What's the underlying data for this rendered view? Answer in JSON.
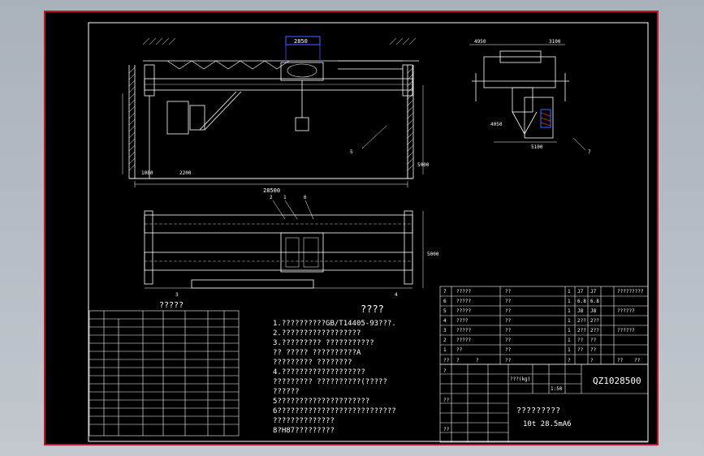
{
  "notes": {
    "heading": "????",
    "lines": [
      "1.??????????GB/T14405-93???.",
      "2.??????????????????",
      "3.????????? ???????????",
      "  ?? ????? ??????????A",
      "  ????????? ????????",
      "4.???????????????????",
      "  ????????? ??????????(?????",
      "  ??????",
      "5?????????????????????",
      "6???????????????????????????",
      "  ??????????????",
      "8?H87?????????"
    ]
  },
  "spec_table": {
    "heading": "?????"
  },
  "title_block": {
    "drawing_number": "QZ1028500",
    "product_name": "?????????",
    "model": "10t 28.5mA6",
    "weight_label": "???(kg)",
    "scale": "1:50",
    "q1": "?",
    "q2": "??",
    "q3": "??"
  },
  "parts_list": {
    "header": [
      "??",
      "?",
      "?",
      "??",
      "?",
      "?",
      "??",
      "??"
    ],
    "rows": [
      [
        "7",
        "?????",
        "??",
        "1",
        "J7",
        "J7",
        "?????????"
      ],
      [
        "6",
        "?????",
        "??",
        "1",
        "6.8",
        "6.8",
        ""
      ],
      [
        "5",
        "?????",
        "??",
        "1",
        "J8",
        "J8",
        "??????"
      ],
      [
        "4",
        "????",
        "??",
        "1",
        "2??",
        "2??",
        ""
      ],
      [
        "3",
        "?????",
        "??",
        "1",
        "2??",
        "2??",
        "??????"
      ],
      [
        "2",
        "?????",
        "??",
        "1",
        "??",
        "??",
        ""
      ],
      [
        "1",
        "??",
        "??",
        "1",
        "??",
        "??",
        ""
      ]
    ]
  },
  "dimensions": {
    "span": "28500",
    "hoist_width": "2850",
    "wheel_base": "5000",
    "left_1": "1080",
    "left_2": "2200",
    "right_1": "5000",
    "side_w1": "4950",
    "side_w2": "3100",
    "side_1": "4050",
    "side_2": "5100"
  },
  "labels": {
    "part_1": "1",
    "part_2": "2",
    "part_3": "3",
    "part_4": "4",
    "part_5": "5",
    "part_6": "6",
    "part_7": "7"
  }
}
